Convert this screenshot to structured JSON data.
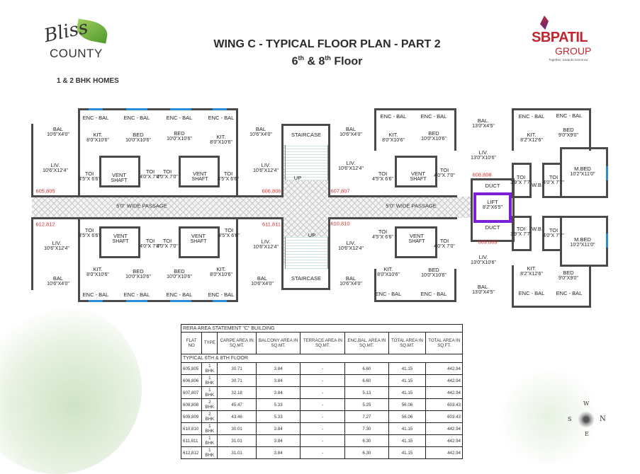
{
  "branding": {
    "project_logo": "Bliss COUNTY",
    "project_sub": "1 & 2 BHK HOMES",
    "developer": "SBPATIL",
    "developer_group": "GROUP",
    "developer_tagline": "Together, towards tomorrow"
  },
  "header": {
    "title": "WING C - TYPICAL FLOOR PLAN - PART 2",
    "floor_a": "6",
    "floor_b": "8",
    "sup": "th",
    "floor_suffix": "Floor",
    "amp": "&"
  },
  "plan": {
    "passage_label": "5'0\" WIDE PASSAGE",
    "units": [
      "605,805",
      "606,806",
      "607,807",
      "608,808",
      "609,809",
      "610,810",
      "611,811",
      "612,812"
    ],
    "rooms": [
      {
        "n": "ENC - BAL",
        "d": ""
      },
      {
        "n": "ENC - BAL",
        "d": ""
      },
      {
        "n": "ENC - BAL",
        "d": ""
      },
      {
        "n": "ENC - BAL",
        "d": ""
      },
      {
        "n": "BAL",
        "d": "10'6\"X4'0\""
      },
      {
        "n": "KIT.",
        "d": "8'0\"X10'6\""
      },
      {
        "n": "BED",
        "d": "10'0\"X10'6\""
      },
      {
        "n": "BED",
        "d": "10'0\"X10'6\""
      },
      {
        "n": "KIT.",
        "d": "8'0\"X10'6\""
      },
      {
        "n": "BAL",
        "d": "10'6\"X4'0\""
      },
      {
        "n": "LIV.",
        "d": "10'6\"X12'4\""
      },
      {
        "n": "TOI",
        "d": "4'5\"X 6'6\""
      },
      {
        "n": "VENT",
        "d": "SHAFT"
      },
      {
        "n": "TOI",
        "d": "4'0\"X 7'0\""
      },
      {
        "n": "TOI",
        "d": "4'0\"X 7'0\""
      },
      {
        "n": "VENT",
        "d": "SHAFT"
      },
      {
        "n": "TOI",
        "d": "4'5\"X 6'6\""
      },
      {
        "n": "LIV.",
        "d": "10'6\"X12'4\""
      },
      {
        "n": "TOI",
        "d": "4'5\"X 6'6\""
      },
      {
        "n": "VENT",
        "d": "SHAFT"
      },
      {
        "n": "TOI",
        "d": "4'0\"X 7'0\""
      },
      {
        "n": "TOI",
        "d": "4'0\"X 7'0\""
      },
      {
        "n": "VENT",
        "d": "SHAFT"
      },
      {
        "n": "TOI",
        "d": "4'5\"X 6'6\""
      },
      {
        "n": "LIV.",
        "d": "10'6\"X12'4\""
      },
      {
        "n": "LIV.",
        "d": "10'6\"X12'4\""
      },
      {
        "n": "KIT.",
        "d": "8'0\"X10'6\""
      },
      {
        "n": "BED",
        "d": "10'0\"X10'6\""
      },
      {
        "n": "BED",
        "d": "10'0\"X10'6\""
      },
      {
        "n": "KIT.",
        "d": "8'0\"X10'6\""
      },
      {
        "n": "BAL",
        "d": "10'6\"X4'0\""
      },
      {
        "n": "BAL",
        "d": "10'6\"X4'0\""
      },
      {
        "n": "ENC - BAL",
        "d": ""
      },
      {
        "n": "ENC - BAL",
        "d": ""
      },
      {
        "n": "ENC - BAL",
        "d": ""
      },
      {
        "n": "ENC - BAL",
        "d": ""
      },
      {
        "n": "STAIRCASE",
        "d": ""
      },
      {
        "n": "STAIRCASE",
        "d": ""
      },
      {
        "n": "UP",
        "d": ""
      },
      {
        "n": "UP",
        "d": ""
      },
      {
        "n": "BAL",
        "d": "10'6\"X4'0\""
      },
      {
        "n": "ENC - BAL",
        "d": ""
      },
      {
        "n": "ENC - BAL",
        "d": ""
      },
      {
        "n": "KIT.",
        "d": "8'0\"X10'6\""
      },
      {
        "n": "BED",
        "d": "10'0\"X10'6\""
      },
      {
        "n": "BAL.",
        "d": "13'0\"X4'5\""
      },
      {
        "n": "ENC - BAL",
        "d": ""
      },
      {
        "n": "ENC - BAL",
        "d": ""
      },
      {
        "n": "KIT.",
        "d": "8'2\"X12'6\""
      },
      {
        "n": "BED",
        "d": "9'0\"X9'0\""
      },
      {
        "n": "LIV.",
        "d": "13'0\"X10'6\""
      },
      {
        "n": "M.BED",
        "d": "10'2\"X11'0\""
      },
      {
        "n": "LIV.",
        "d": "10'6\"X12'4\""
      },
      {
        "n": "TOI",
        "d": "4'5\"X 6'6\""
      },
      {
        "n": "VENT",
        "d": "SHAFT"
      },
      {
        "n": "TOI",
        "d": "4'0\"X 7'0\""
      },
      {
        "n": "DUCT",
        "d": ""
      },
      {
        "n": "TOI",
        "d": "3'9\"X 7'7\""
      },
      {
        "n": "W.B.",
        "d": ""
      },
      {
        "n": "TOI",
        "d": "4'0\"X 7'7\""
      },
      {
        "n": "LIFT",
        "d": "8'2\"X6'5\""
      },
      {
        "n": "DUCT",
        "d": ""
      },
      {
        "n": "TOI",
        "d": "4'5\"X 6'6\""
      },
      {
        "n": "VENT",
        "d": "SHAFT"
      },
      {
        "n": "TOI",
        "d": "4'0\"X 7'0\""
      },
      {
        "n": "TOI",
        "d": "3'9\"X 7'7\""
      },
      {
        "n": "W.B.",
        "d": ""
      },
      {
        "n": "TOI",
        "d": "4'0\"X 7'7\""
      },
      {
        "n": "M.BED",
        "d": "10'2\"X11'0\""
      },
      {
        "n": "LIV.",
        "d": "10'6\"X12'4\""
      },
      {
        "n": "LIV.",
        "d": "13'0\"X10'6\""
      },
      {
        "n": "KIT.",
        "d": "8'0\"X10'6\""
      },
      {
        "n": "BED",
        "d": "10'0\"X10'6\""
      },
      {
        "n": "KIT.",
        "d": "8'2\"X12'6\""
      },
      {
        "n": "BED",
        "d": "9'0\"X9'0\""
      },
      {
        "n": "BAL",
        "d": "10'6\"X4'0\""
      },
      {
        "n": "BAL.",
        "d": "13'0\"X4'5\""
      },
      {
        "n": "ENC - BAL",
        "d": ""
      },
      {
        "n": "ENC - BAL",
        "d": ""
      },
      {
        "n": "ENC - BAL",
        "d": ""
      },
      {
        "n": "ENC - BAL",
        "d": ""
      }
    ]
  },
  "table": {
    "caption": "RERA AREA STATEMENT \"C\" BUILDING",
    "headers": [
      "FLAT NO",
      "TYPE",
      "CARPE AREA IN SQ.MT.",
      "BALCONY AREA IN SQ.MT.",
      "TERRACE AREA IN SQ.MT.",
      "ENC.BAL. AREA IN SQ.MT.",
      "TOTAL AREA IN SQ.MT.",
      "TOTAL AREA IN SQ.FT."
    ],
    "floor_label": "TYPICAL 6TH & 8TH FLOOR",
    "rows": [
      [
        "605,805",
        "1 BHK",
        "30.71",
        "3.84",
        "-",
        "6.60",
        "41.15",
        "442.94"
      ],
      [
        "606,806",
        "1 BHK",
        "30.71",
        "3.84",
        "-",
        "6.60",
        "41.15",
        "442.94"
      ],
      [
        "607,807",
        "1 BHK",
        "32.18",
        "3.84",
        "-",
        "5.13",
        "41.15",
        "442.94"
      ],
      [
        "608,808",
        "2 BHK",
        "45.47",
        "5.33",
        "-",
        "5.25",
        "56.06",
        "603.43"
      ],
      [
        "609,809",
        "2 BHK",
        "43.46",
        "5.33",
        "-",
        "7.27",
        "56.06",
        "603.43"
      ],
      [
        "610,810",
        "1 BHK",
        "30.01",
        "3.84",
        "-",
        "7.30",
        "41.15",
        "442.94"
      ],
      [
        "611,811",
        "1 BHK",
        "31.01",
        "3.84",
        "-",
        "6.30",
        "41.15",
        "442.94"
      ],
      [
        "612,812",
        "1 BHK",
        "31.01",
        "3.84",
        "-",
        "6.30",
        "41.15",
        "442.94"
      ]
    ]
  },
  "compass": {
    "n": "N",
    "s": "S",
    "e": "E",
    "w": "W"
  },
  "colors": {
    "unit_label": "#d3302a",
    "lift": "#7a1fd6",
    "window": "#2a8bd6",
    "brand": "#c0262d"
  }
}
